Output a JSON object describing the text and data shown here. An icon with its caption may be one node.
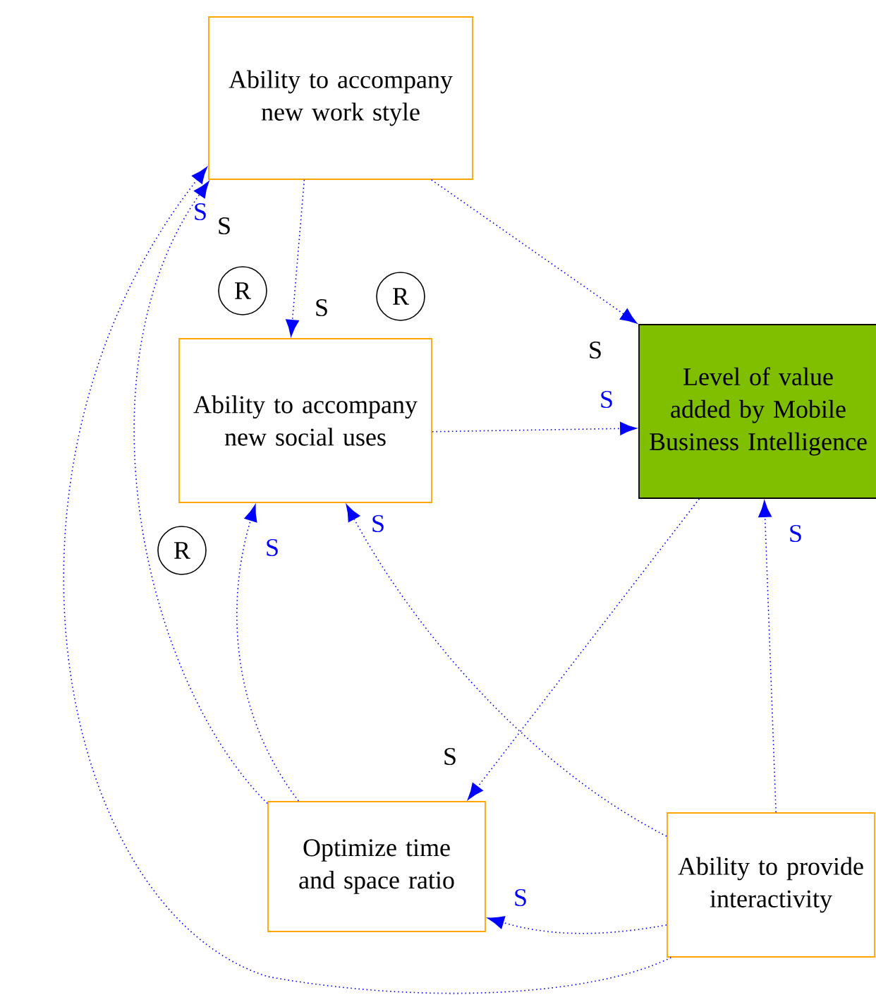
{
  "diagram": {
    "nodes": [
      {
        "text": [
          "Ability to accompany new work style"
        ]
      },
      {
        "text": [
          "Ability to accompany new social uses"
        ]
      },
      {
        "text": [
          "Level of value added by Mobile Business Intelligence"
        ]
      },
      {
        "text": [
          "Optimize time and space ratio"
        ]
      },
      {
        "text": [
          "Ability to provide interactivity"
        ]
      }
    ],
    "edges": [
      {
        "from": 0,
        "to": 1,
        "arrow": "to",
        "label": "S"
      },
      {
        "from": 0,
        "to": 2,
        "arrow": "to",
        "label": "S"
      },
      {
        "from": 1,
        "to": 2,
        "arrow": "to",
        "label": "S"
      },
      {
        "from": 2,
        "to": 3,
        "arrow": "to",
        "label": "S"
      },
      {
        "from": 3,
        "to": 0,
        "arrow": "to",
        "label": "S"
      },
      {
        "from": 4,
        "to": 0,
        "arrow": "to",
        "label": "S"
      },
      {
        "from": 3,
        "to": 1,
        "arrow": "to",
        "label": "S"
      },
      {
        "from": 4,
        "to": 1,
        "arrow": "to",
        "label": "S"
      },
      {
        "from": 4,
        "to": 2,
        "arrow": "to",
        "label": "S"
      },
      {
        "from": 4,
        "to": 3,
        "arrow": "to",
        "label": "S"
      }
    ],
    "labels": [
      "R",
      "R",
      "R"
    ]
  }
}
